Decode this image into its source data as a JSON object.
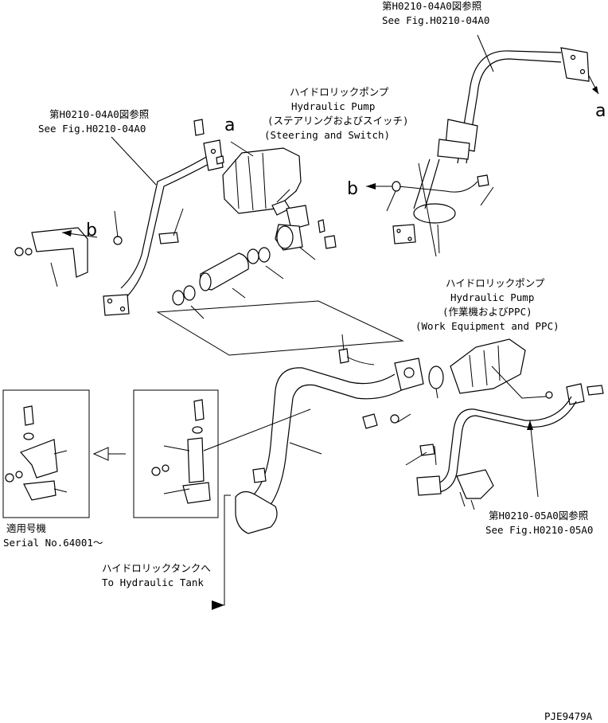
{
  "labels": {
    "top_right_ref_jp": "第H0210-04A0図参照",
    "top_right_ref_en": "See Fig.H0210-04A0",
    "left_ref_jp": "第H0210-04A0図参照",
    "left_ref_en": "See Fig.H0210-04A0",
    "pump1_jp": "ハイドロリックポンプ",
    "pump1_en": "Hydraulic Pump",
    "pump1_sub_jp": "(ステアリングおよびスイッチ)",
    "pump1_sub_en": "(Steering and Switch)",
    "pump2_jp": "ハイドロリックポンプ",
    "pump2_en": "Hydraulic Pump",
    "pump2_sub_jp": "(作業機およびPPC)",
    "pump2_sub_en": "(Work Equipment and PPC)",
    "bottom_right_ref_jp": "第H0210-05A0図参照",
    "bottom_right_ref_en": "See Fig.H0210-05A0",
    "serial_jp": "適用号機",
    "serial_en": "Serial No.64001〜",
    "tank_jp": "ハイドロリックタンクへ",
    "tank_en": "To Hydraulic Tank",
    "marker_a": "a",
    "marker_b": "b",
    "code": "PJE9479A"
  }
}
